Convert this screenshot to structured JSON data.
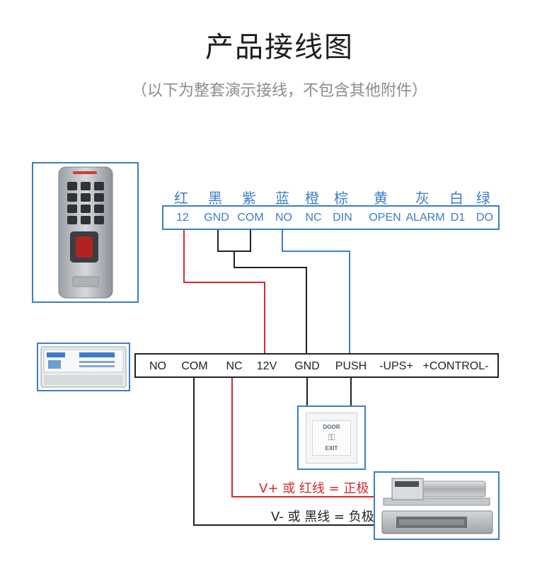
{
  "title": "产品接线图",
  "subtitle": "（以下为整套演示接线，不包含其他附件）",
  "keypad": {
    "wire_colors": [
      "红",
      "黑",
      "紫",
      "蓝",
      "橙",
      "棕",
      "黄",
      "灰",
      "白",
      "绿"
    ],
    "terminals": [
      "12",
      "GND",
      "COM",
      "NO",
      "NC",
      "DIN",
      "OPEN",
      "ALARM",
      "D1",
      "DO"
    ]
  },
  "power_supply": {
    "terminals": [
      "NO",
      "COM",
      "NC",
      "12V",
      "GND",
      "PUSH",
      "-UPS+",
      "+CONTROL-"
    ]
  },
  "exit_button": {
    "line1": "DOOR",
    "line2": "EXIT"
  },
  "lock_labels": {
    "positive": "V+ 或 红线 = 正极",
    "negative": "V- 或 黑线 = 负极"
  },
  "colors": {
    "accent_blue": "#3d7dc7",
    "wire_red": "#d42b2b",
    "wire_black": "#222222",
    "title_gray": "#8c8c8c"
  }
}
